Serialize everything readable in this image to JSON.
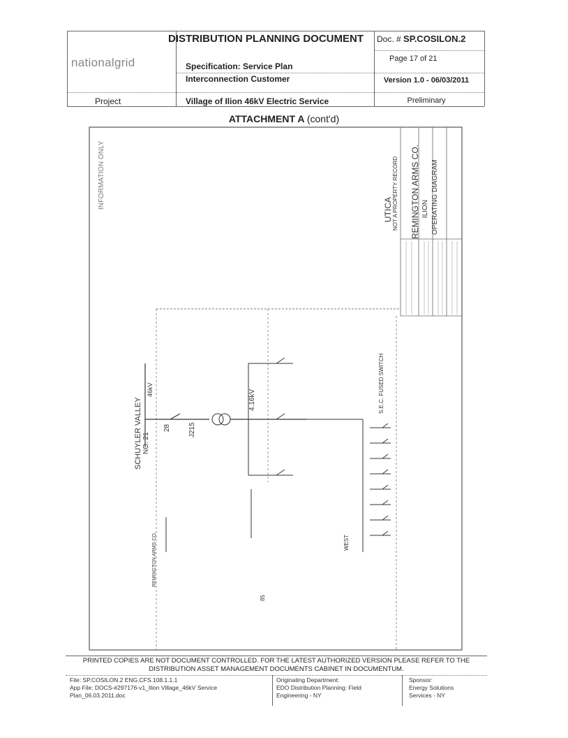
{
  "header": {
    "logo_text": "nationalgrid",
    "title": "DISTRIBUTION PLANNING DOCUMENT",
    "spec": "Specification: Service Plan",
    "interconnection": "Interconnection Customer",
    "project_label": "Project",
    "project_value": "Village of Ilion 46kV Electric Service",
    "doc_label": "Doc. #",
    "doc_number": "SP.COSILON.2",
    "page": "Page 17 of 21",
    "version": "Version 1.0 - 06/03/2011",
    "status": "Preliminary"
  },
  "attachment": {
    "title": "ATTACHMENT A",
    "suffix": "(cont'd)"
  },
  "diagram": {
    "info_only": "INFORMATION ONLY",
    "utica": "UTICA",
    "not_property": "NOT A PROPERTY RECORD",
    "remington": "REMINGTON ARMS CO.",
    "ilion": "ILION",
    "operating": "OPERATING DIAGRAM",
    "schuyler": "SCHUYLER VALLEY",
    "no21": "NO. 21",
    "kv46": "46kV",
    "kv416": "4.16kV",
    "label_28": "28",
    "label_j215": "J215",
    "sec_fused": "S.E.C. FUSED SWITCH",
    "west": "WEST",
    "rem_arms": "REMINGTON ARMS CO.",
    "num_85": "85"
  },
  "footer": {
    "warning_line1": "PRINTED COPIES ARE NOT DOCUMENT CONTROLLED.  FOR THE LATEST AUTHORIZED VERSION PLEASE REFER TO THE",
    "warning_line2": "DISTRIBUTION ASSET MANAGEMENT DOCUMENTS CABINET IN DOCUMENTUM.",
    "file": "File: SP.COSILON.2  ENG.CFS.108.1.1.1",
    "app_file": "App File: DOCS-#297176-v1_Ilion Village_46kV Service",
    "plan": "Plan_06.03.2011.doc",
    "orig_label": "Originating Department:",
    "orig_value1": "EDO Distribution Planning: Field",
    "orig_value2": "Engineering - NY",
    "sponsor_label": "Sponsor:",
    "sponsor_value1": "Energy Solutions",
    "sponsor_value2": "Services - NY"
  }
}
